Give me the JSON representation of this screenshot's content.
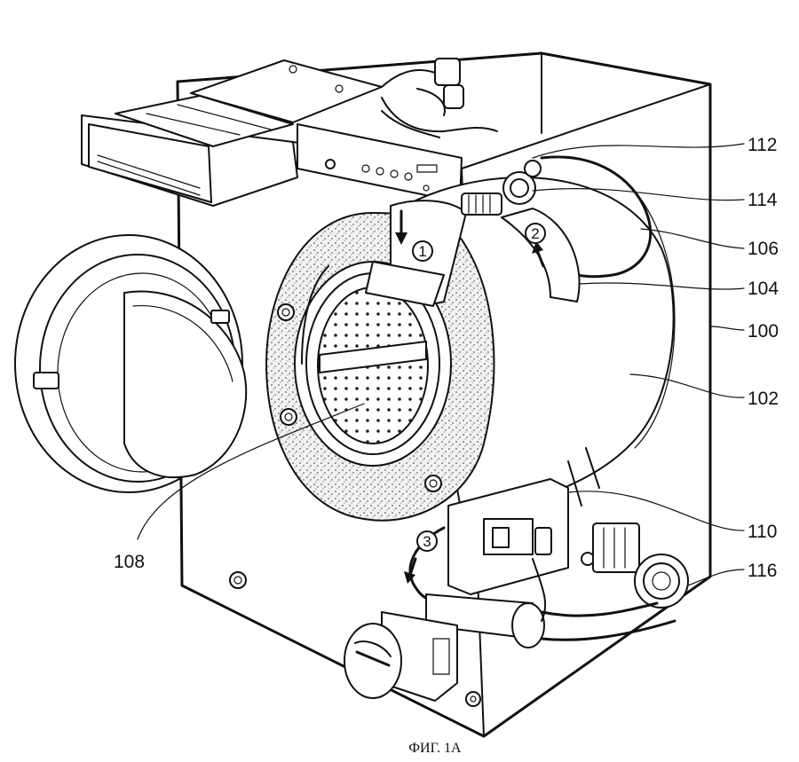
{
  "figure": {
    "caption": "ФИГ. 1А",
    "reference_labels": [
      {
        "id": "112",
        "text": "112"
      },
      {
        "id": "114",
        "text": "114"
      },
      {
        "id": "106",
        "text": "106"
      },
      {
        "id": "104",
        "text": "104"
      },
      {
        "id": "100",
        "text": "100"
      },
      {
        "id": "102",
        "text": "102"
      },
      {
        "id": "110",
        "text": "110"
      },
      {
        "id": "116",
        "text": "116"
      },
      {
        "id": "108",
        "text": "108"
      }
    ],
    "flow_steps": [
      "1",
      "2",
      "3"
    ],
    "colors": {
      "ink": "#111111",
      "background": "#ffffff",
      "speckle": "#e9e9e9"
    }
  }
}
